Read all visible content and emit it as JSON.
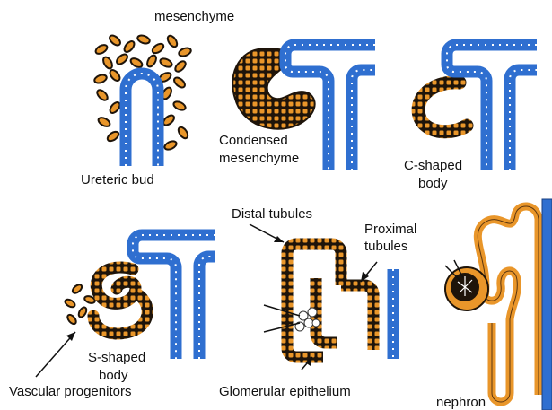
{
  "labels": {
    "mesenchyme": "mesenchyme",
    "ureteric_bud": "Ureteric bud",
    "condensed_1": "Condensed",
    "condensed_2": "mesenchyme",
    "c_shaped_1": "C-shaped",
    "c_shaped_2": "body",
    "distal": "Distal tubules",
    "proximal_1": "Proximal",
    "proximal_2": "tubules",
    "s_shaped_1": "S-shaped",
    "s_shaped_2": "body",
    "vascular": "Vascular progenitors",
    "glomerular": "Glomerular epithelium",
    "nephron": "nephron"
  },
  "colors": {
    "blue": "#2f6fd0",
    "orange": "#e9962a",
    "dark": "#1e140a",
    "white": "#ffffff"
  }
}
